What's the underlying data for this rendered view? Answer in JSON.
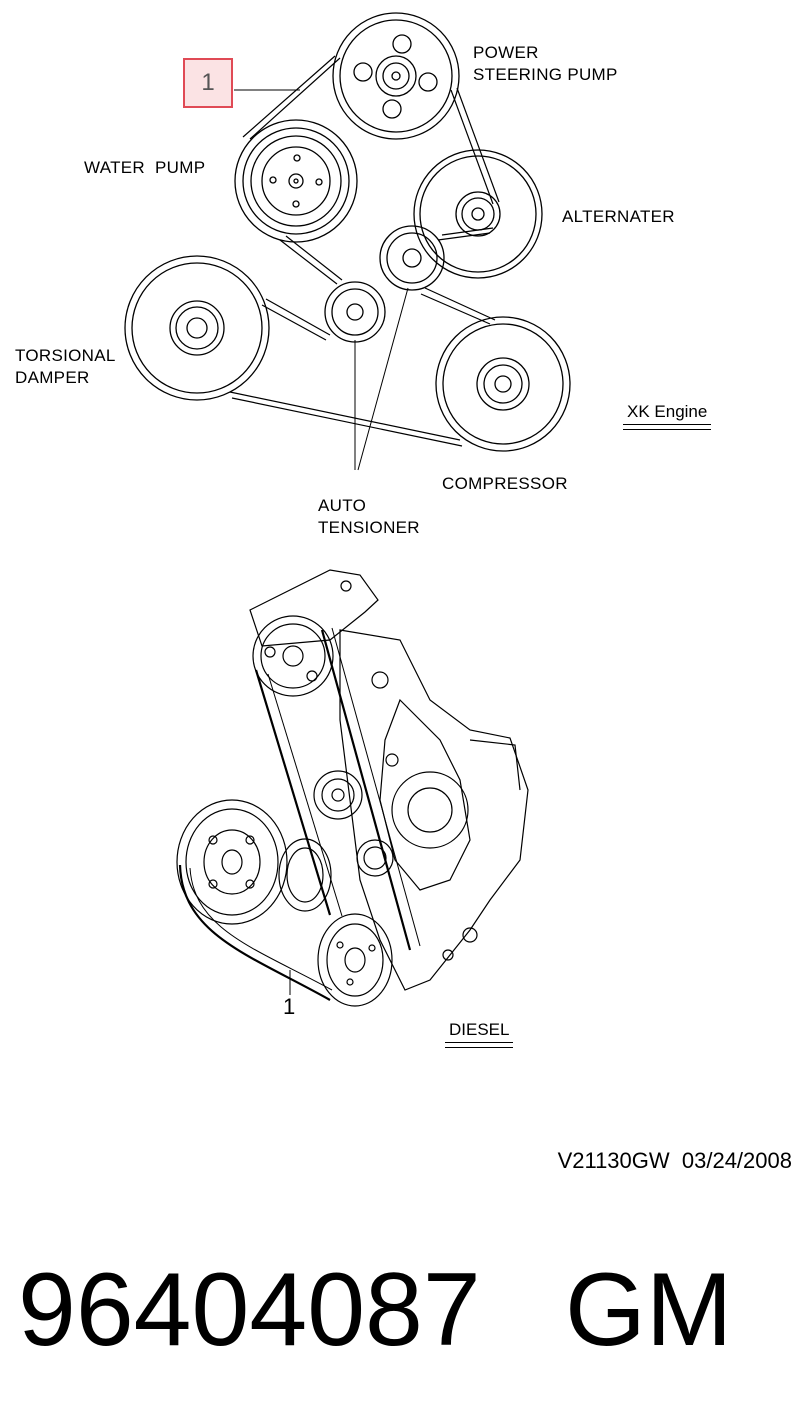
{
  "xk_diagram": {
    "callout_number": "1",
    "labels": {
      "power_steering_pump": "POWER\nSTEERING PUMP",
      "water_pump": "WATER  PUMP",
      "alternator": "ALTERNATER",
      "torsional_damper": "TORSIONAL\nDAMPER",
      "compressor": "COMPRESSOR",
      "auto_tensioner": "AUTO\nTENSIONER"
    },
    "engine_title": "XK Engine"
  },
  "diesel_diagram": {
    "callout_number": "1",
    "title": "DIESEL"
  },
  "drawing_stamp": "V21130GW  03/24/2008",
  "part_number": "96404087",
  "brand": "GM"
}
